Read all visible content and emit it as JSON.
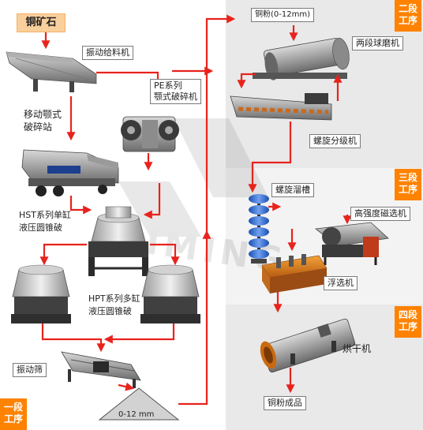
{
  "title": "铜矿石",
  "stages": [
    {
      "id": "s1",
      "label": "一段\n工序"
    },
    {
      "id": "s2",
      "label": "二段\n工序"
    },
    {
      "id": "s3",
      "label": "三段\n工序"
    },
    {
      "id": "s4",
      "label": "四段\n工序"
    }
  ],
  "machines": {
    "feeder": "振动给料机",
    "jaw": "PE系列\n颚式破碎机",
    "mobile": "移动颚式\n破碎站",
    "hst": "HST系列单缸\n液压圆锥破",
    "hpt": "HPT系列多缸\n液压圆锥破",
    "screen": "振动筛",
    "product_size": "0-12 mm",
    "copper_powder": "铜粉(0-12mm)",
    "ball_mill": "两段球磨机",
    "classifier": "螺旋分级机",
    "spiral_chute": "螺旋溜槽",
    "magnetic": "高强度磁选机",
    "flotation": "浮选机",
    "dryer": "烘干机",
    "final": "铜粉成品"
  },
  "watermark": "LIMING",
  "colors": {
    "arrow": "#e8231c",
    "stage_tag": "#ff8200",
    "ore_box": "#f9cf9c",
    "panel_bg": "#e8e8e8",
    "panel_bg_light": "#f2f2f2"
  }
}
